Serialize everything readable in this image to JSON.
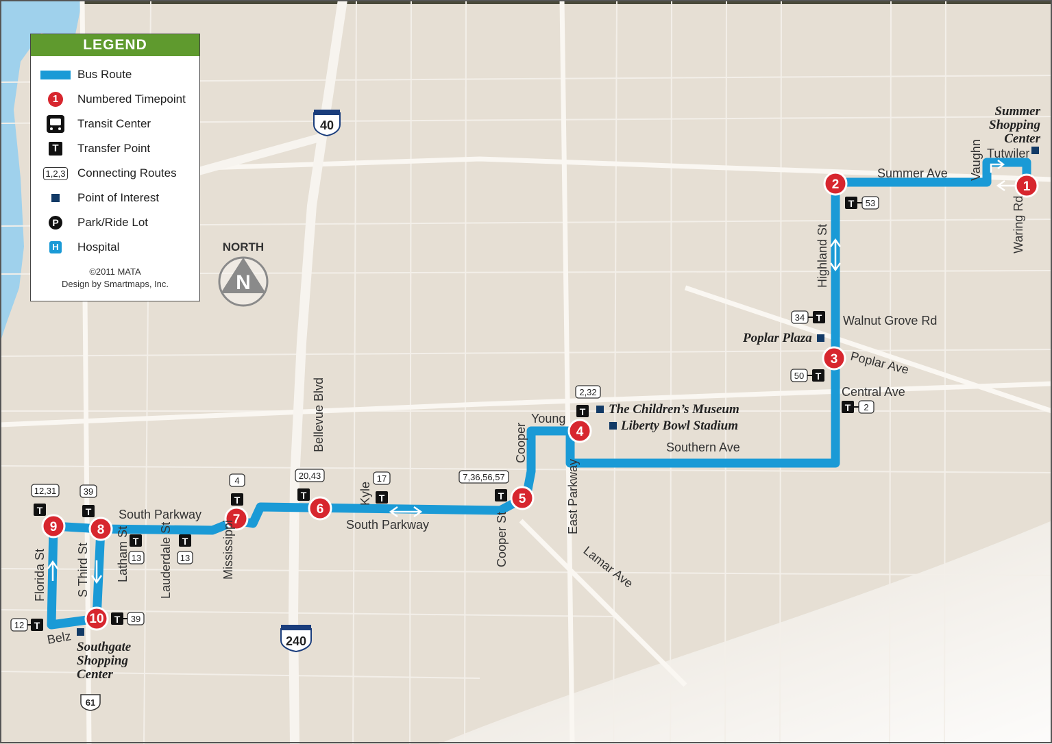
{
  "legend": {
    "title": "LEGEND",
    "items": [
      {
        "label": "Bus Route",
        "icon": "bus-route-line-icon"
      },
      {
        "label": "Numbered Timepoint",
        "icon": "timepoint-icon",
        "glyph": "1"
      },
      {
        "label": "Transit Center",
        "icon": "transit-center-icon"
      },
      {
        "label": "Transfer Point",
        "icon": "transfer-point-icon",
        "glyph": "T"
      },
      {
        "label": "Connecting Routes",
        "icon": "connecting-routes-icon",
        "glyph": "1,2,3"
      },
      {
        "label": "Point of Interest",
        "icon": "point-of-interest-icon"
      },
      {
        "label": "Park/Ride Lot",
        "icon": "park-ride-icon",
        "glyph": "P"
      },
      {
        "label": "Hospital",
        "icon": "hospital-icon",
        "glyph": "H"
      }
    ],
    "copyright": "©2011 MATA",
    "credit": "Design by Smartmaps, Inc."
  },
  "compass": {
    "label": "NORTH",
    "letter": "N"
  },
  "highways": {
    "i40": "40",
    "i240": "240",
    "us61": "61"
  },
  "timepoints": [
    "1",
    "2",
    "3",
    "4",
    "5",
    "6",
    "7",
    "8",
    "9",
    "10"
  ],
  "streets": {
    "summer_ave": "Summer Ave",
    "vaughn": "Vaughn",
    "waring_rd": "Waring Rd",
    "tutwiler": "Tutwiler",
    "highland_st": "Highland St",
    "walnut_grove_rd": "Walnut Grove Rd",
    "poplar_ave": "Poplar Ave",
    "central_ave": "Central Ave",
    "southern_ave": "Southern Ave",
    "young": "Young",
    "cooper": "Cooper",
    "cooper_st": "Cooper St",
    "east_parkway": "East Parkway",
    "lamar_ave": "Lamar Ave",
    "bellevue_blvd": "Bellevue Blvd",
    "kyle": "Kyle",
    "south_parkway_east": "South Parkway",
    "south_parkway_west": "South Parkway",
    "mississippi": "Mississippi",
    "latham_st": "Latham St",
    "lauderdale_st": "Lauderdale St",
    "s_third_st": "S Third St",
    "florida_st": "Florida St",
    "belz": "Belz"
  },
  "places": {
    "summer_shopping_1": "Summer",
    "summer_shopping_2": "Shopping",
    "summer_shopping_3": "Center",
    "poplar_plaza": "Poplar Plaza",
    "childrens_museum": "The Children’s Museum",
    "liberty_bowl": "Liberty Bowl Stadium",
    "southgate_1": "Southgate",
    "southgate_2": "Shopping",
    "southgate_3": "Center"
  },
  "connecting_routes": {
    "tp2": "53",
    "walnut_grove": "34",
    "poplar": "50",
    "central": "2",
    "tp4": "2,32",
    "tp5": "7,36,56,57",
    "kyle": "17",
    "tp6": "20,43",
    "tp7": "4",
    "latham": "13",
    "lauderdale": "13",
    "tp8": "39",
    "tp9": "12,31",
    "tp10": "39",
    "belz": "12"
  },
  "colors": {
    "route": "#1a9ad6",
    "timepoint": "#d7262e",
    "legend_header": "#5f9a2e",
    "map_bg": "#e6dfd4",
    "water": "#9fd1ec"
  }
}
